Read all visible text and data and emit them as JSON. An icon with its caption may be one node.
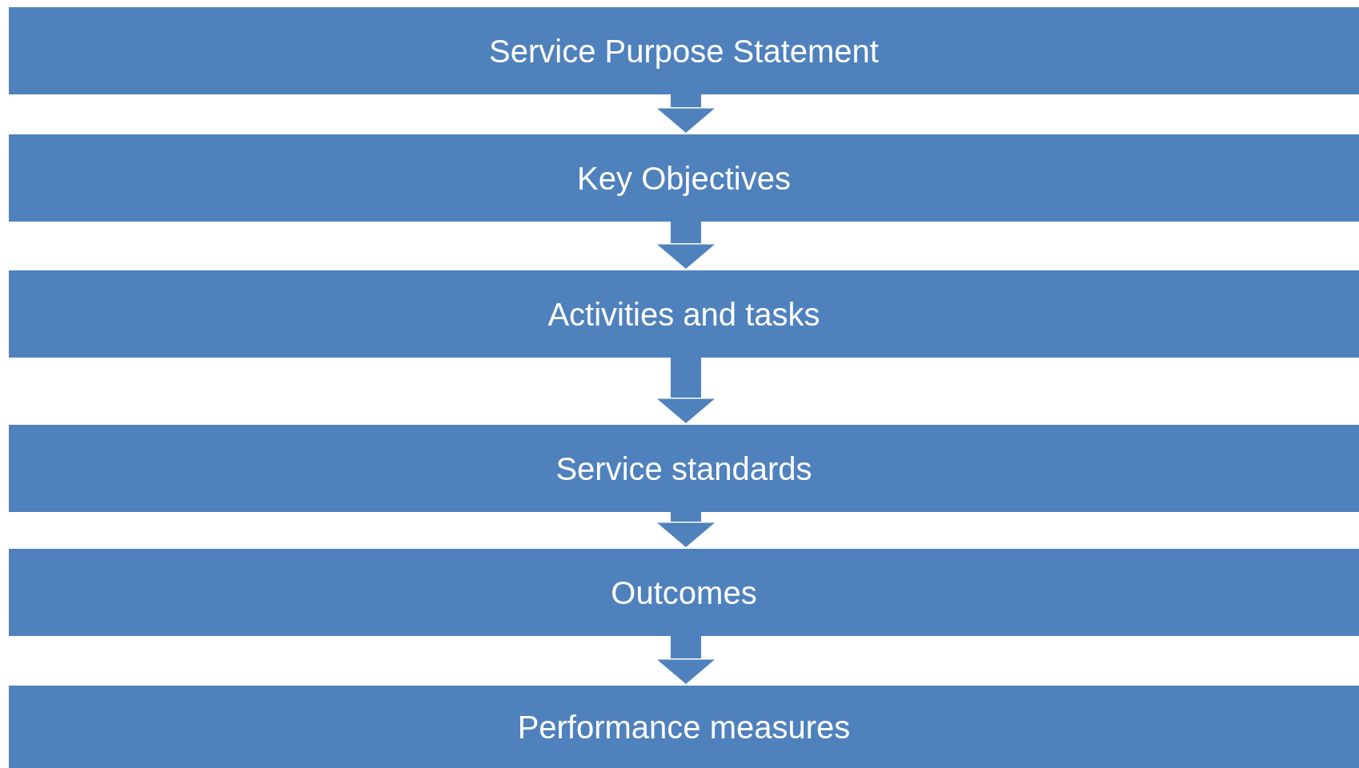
{
  "diagram": {
    "nodes": [
      {
        "text": [
          "Service Purpose Statement"
        ]
      },
      {
        "text": [
          "Key Objectives"
        ]
      },
      {
        "text": [
          "Activities and tasks"
        ]
      },
      {
        "text": [
          "Service standards"
        ]
      },
      {
        "text": [
          "Outcomes"
        ]
      },
      {
        "text": [
          "Performance measures"
        ]
      }
    ],
    "edges": [
      {
        "from": 0,
        "to": 1,
        "arrow": "to"
      },
      {
        "from": 1,
        "to": 2,
        "arrow": "to"
      },
      {
        "from": 2,
        "to": 3,
        "arrow": "to"
      },
      {
        "from": 3,
        "to": 4,
        "arrow": "to"
      },
      {
        "from": 4,
        "to": 5,
        "arrow": "to"
      }
    ]
  }
}
